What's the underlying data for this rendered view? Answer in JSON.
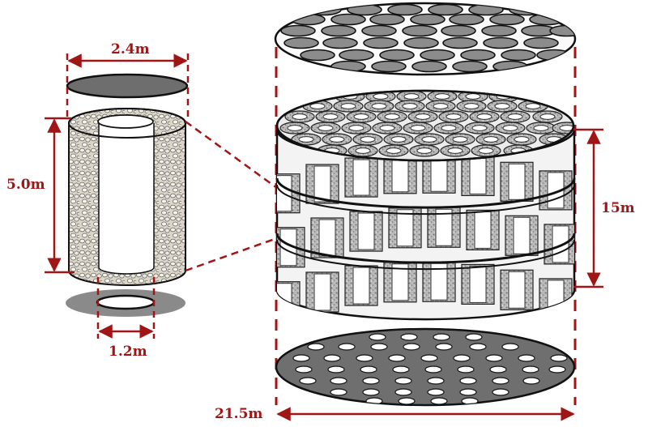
{
  "colors": {
    "dimension": "#a01515",
    "outline": "#111111",
    "plate_fill": "#fafafa",
    "hole_fill": "#8c8c8c",
    "bottom_plate_fill": "#6f6f6f",
    "shadow": "#8a8a8a",
    "porous_base": "#dcd6c8"
  },
  "labels": {
    "tube_outer_diameter": "2.4m",
    "tube_height": "5.0m",
    "tube_inner_diameter": "1.2m",
    "stack_height": "15m",
    "stack_diameter": "21.5m"
  },
  "icons": {
    "porous_tube": "hollow-cylinder",
    "top_plate": "perforated-disc",
    "bottom_plate": "perforated-disc",
    "stack": "cylinder-stack"
  }
}
